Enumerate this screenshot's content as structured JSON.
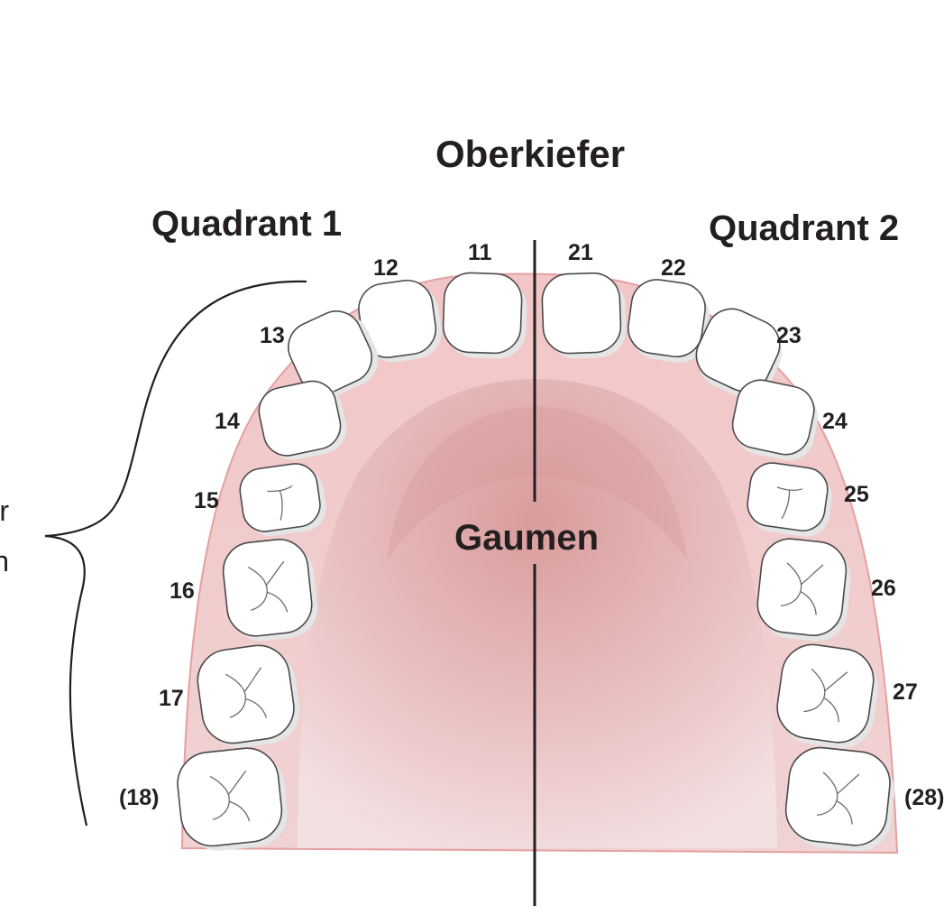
{
  "labels": {
    "jaw": "Oberkiefer",
    "quadrant_1": "Quadrant 1",
    "quadrant_2": "Quadrant 2",
    "palate": "Gaumen"
  },
  "edge_fragments": {
    "left_lower": "n",
    "left_upper": "r"
  },
  "teeth": [
    {
      "number": "11"
    },
    {
      "number": "12"
    },
    {
      "number": "13"
    },
    {
      "number": "14"
    },
    {
      "number": "15"
    },
    {
      "number": "16"
    },
    {
      "number": "17"
    },
    {
      "number": "(18)"
    },
    {
      "number": "21"
    },
    {
      "number": "22"
    },
    {
      "number": "23"
    },
    {
      "number": "24"
    },
    {
      "number": "25"
    },
    {
      "number": "26"
    },
    {
      "number": "27"
    },
    {
      "number": "(28)"
    }
  ],
  "colors": {
    "palate_light": "#f1dcdd",
    "palate_dark": "#d9a0a0",
    "gum_edge": "#e8a9a9",
    "tooth_fill": "#ffffff",
    "tooth_stroke": "#4a4a4a",
    "tooth_shade": "#e5e5e5",
    "text": "#231f20"
  }
}
